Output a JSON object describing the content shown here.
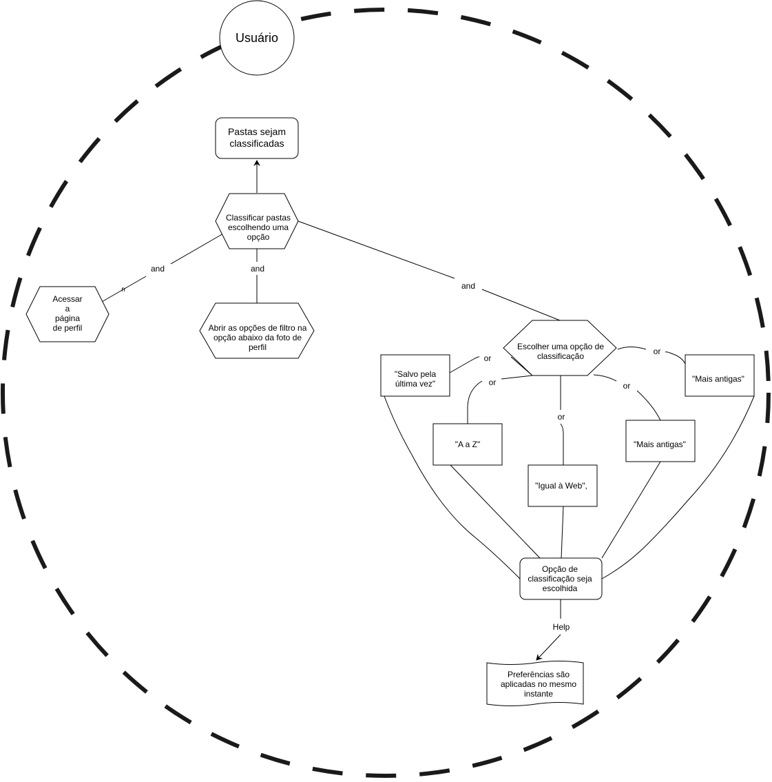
{
  "actor": {
    "name": "Usuário"
  },
  "goal": {
    "line1": "Pastas sejam",
    "line2": "classificadas"
  },
  "task_classify": {
    "line1": "Classificar pastas",
    "line2": "escolhendo uma",
    "line3": "opção"
  },
  "task_access": {
    "line1": "Acessar",
    "line2": "a",
    "line3": "página",
    "line4": "de perfil"
  },
  "task_open_filter": {
    "line1": "Abrir as opções de filtro na",
    "line2": "opção abaixo da foto de",
    "line3": "perfil"
  },
  "task_choose": {
    "line1": "Escolher uma opção de",
    "line2": "classificação"
  },
  "resource_salvo": {
    "line1": "\"Salvo pela",
    "line2": "última vez\""
  },
  "resource_az": {
    "label": "\"A a Z\""
  },
  "resource_web": {
    "label": "\"Igual à Web\","
  },
  "resource_antigas_1": {
    "label": "\"Mais antigas\""
  },
  "resource_antigas_2": {
    "label": "\"Mais antigas\""
  },
  "softgoal_chosen": {
    "line1": "Opção de",
    "line2": "classificação seja",
    "line3": "escolhida"
  },
  "belief_prefs": {
    "line1": "Preferências são",
    "line2": "aplicadas no mesmo",
    "line3": "instante"
  },
  "links": {
    "and_access": "and",
    "and_access_mark": "n",
    "and_open": "and",
    "and_choose": "and",
    "or_salvo": "or",
    "or_az": "or",
    "or_web": "or",
    "or_antigas_1": "or",
    "or_antigas_2": "or",
    "help": "Help"
  },
  "colors": {
    "stroke": "#000000",
    "boundary": "#1a1a1a",
    "background": "#ffffff"
  }
}
